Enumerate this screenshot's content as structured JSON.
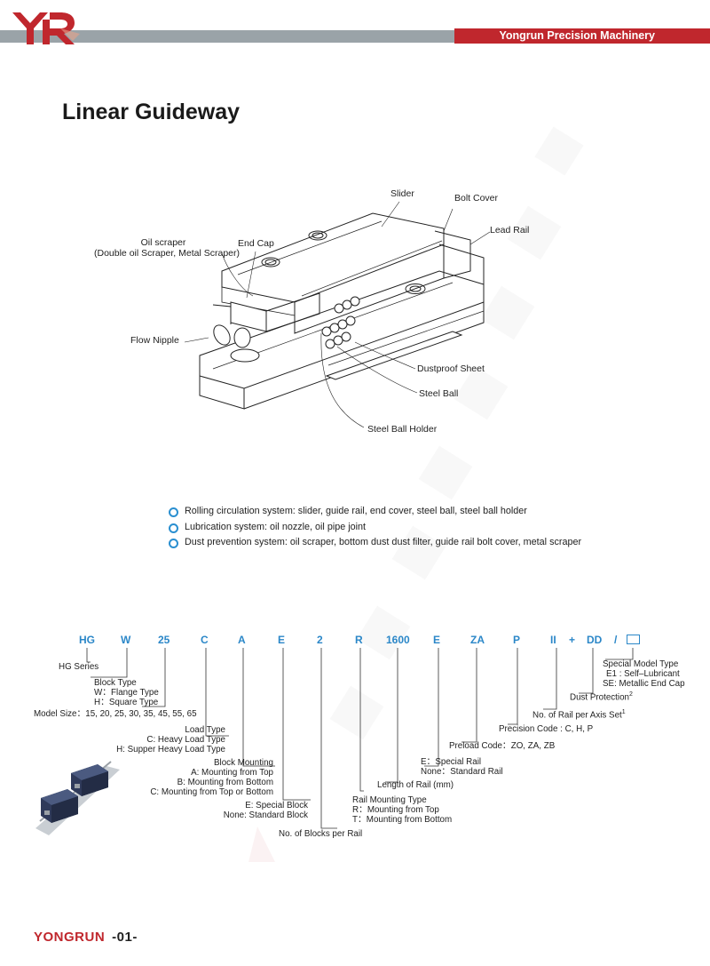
{
  "header": {
    "company": "Yongrun Precision Machinery"
  },
  "page_title": "Linear Guideway",
  "diagram_labels": {
    "slider": "Slider",
    "bolt_cover": "Bolt Cover",
    "lead_rail": "Lead Rail",
    "oil_scraper_1": "Oil scraper",
    "oil_scraper_2": "(Double oil Scraper, Metal Scraper)",
    "end_cap": "End Cap",
    "flow_nipple": "Flow Nipple",
    "dustproof_sheet": "Dustproof Sheet",
    "steel_ball": "Steel Ball",
    "steel_ball_holder": "Steel Ball Holder"
  },
  "features": [
    "Rolling circulation system: slider, guide rail, end cover, steel ball, steel ball holder",
    "Lubrication system: oil nozzle, oil pipe joint",
    "Dust prevention system: oil scraper, bottom dust dust filter, guide rail bolt cover, metal scraper"
  ],
  "code_parts": [
    "HG",
    "W",
    "25",
    "C",
    "A",
    "E",
    "2",
    "R",
    "1600",
    "E",
    "ZA",
    "P",
    "II",
    "+",
    "DD",
    "/"
  ],
  "descriptions": {
    "hg_series": "HG Series",
    "block_type": "Block Type",
    "block_type_w": "W：Flange Type",
    "block_type_h": "H：Square Type",
    "model_size": "Model Size：15, 20, 25, 30, 35, 45, 55, 65",
    "load_type": "Load Type",
    "load_type_c": "C: Heavy Load Type",
    "load_type_h": "H: Supper Heavy Load Type",
    "block_mounting": "Block Mounting",
    "block_mounting_a": "A: Mounting from Top",
    "block_mounting_b": "B: Mounting from Bottom",
    "block_mounting_c": "C: Mounting from Top or Bottom",
    "special_block_e": "E: Special Block",
    "special_block_none": "None: Standard Block",
    "no_blocks": "No. of Blocks per Rail",
    "rail_mounting": "Rail Mounting Type",
    "rail_mounting_r": "R：Mounting from Top",
    "rail_mounting_t": "T：Mounting from Bottom",
    "rail_length": "Length of Rail (mm)",
    "special_rail_e": "E：Special Rail",
    "special_rail_none": "None：Standard Rail",
    "preload_code": "Preload Code：ZO, ZA, ZB",
    "precision_code": "Precision Code : C, H, P",
    "rail_per_axis": "No. of Rail per Axis Set",
    "rail_per_axis_sup": "1",
    "dust_protection": "Dust Protection",
    "dust_protection_sup": "2",
    "special_model": "Special Model Type",
    "special_model_e1": "E1 : Self–Lubricant",
    "special_model_se": "SE: Metallic End Cap"
  },
  "footer": {
    "brand": "YONGRUN",
    "page": "-01-"
  },
  "colors": {
    "brand_red": "#c0272d",
    "code_blue": "#2b87c8",
    "header_gray": "#9aa3a8"
  }
}
